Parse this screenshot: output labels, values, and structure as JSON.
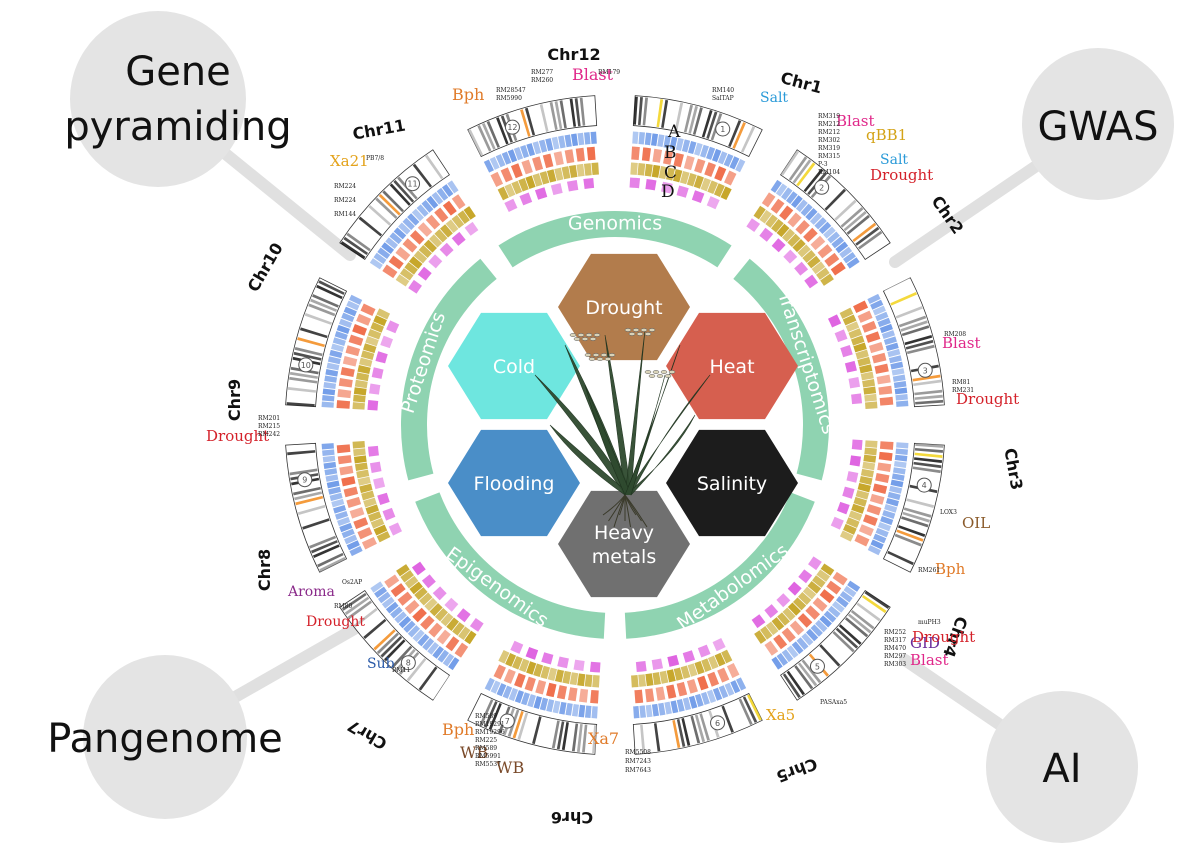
{
  "corners": [
    {
      "id": "gene-pyramiding",
      "lines": [
        "Gene",
        "pyramiding"
      ]
    },
    {
      "id": "gwas",
      "lines": [
        "GWAS"
      ]
    },
    {
      "id": "pangenome",
      "lines": [
        "Pangenome"
      ]
    },
    {
      "id": "ai",
      "lines": [
        "AI"
      ]
    }
  ],
  "omics": [
    {
      "id": "genomics",
      "label": "Genomics"
    },
    {
      "id": "transcriptomics",
      "label": "Transcriptomics"
    },
    {
      "id": "metabolomics",
      "label": "Metabolomics"
    },
    {
      "id": "epigenomics",
      "label": "Epigenomics"
    },
    {
      "id": "proteomics",
      "label": "Proteomics"
    }
  ],
  "stresses": [
    {
      "id": "drought",
      "lines": [
        "Drought"
      ],
      "color": "#b27c4c"
    },
    {
      "id": "heat",
      "lines": [
        "Heat"
      ],
      "color": "#d65f4f"
    },
    {
      "id": "salinity",
      "lines": [
        "Salinity"
      ],
      "color": "#1c1c1c"
    },
    {
      "id": "heavy-metals",
      "lines": [
        "Heavy",
        "metals"
      ],
      "color": "#707070"
    },
    {
      "id": "flooding",
      "lines": [
        "Flooding"
      ],
      "color": "#4a8ec8"
    },
    {
      "id": "cold",
      "lines": [
        "Cold"
      ],
      "color": "#6ee6df"
    }
  ],
  "track_letters": [
    "A",
    "B",
    "C",
    "D"
  ],
  "chromosomes": [
    {
      "id": "chr1",
      "label": "Chr1",
      "num": "1"
    },
    {
      "id": "chr2",
      "label": "Chr2",
      "num": "2"
    },
    {
      "id": "chr3",
      "label": "Chr3",
      "num": "3"
    },
    {
      "id": "chr4",
      "label": "Chr4",
      "num": "4"
    },
    {
      "id": "chr5",
      "label": "Chr5",
      "num": "5"
    },
    {
      "id": "chr6",
      "label": "Chr6",
      "num": "6"
    },
    {
      "id": "chr7",
      "label": "Chr7",
      "num": "7"
    },
    {
      "id": "chr8",
      "label": "Chr8",
      "num": "8"
    },
    {
      "id": "chr9",
      "label": "Chr9",
      "num": "9"
    },
    {
      "id": "chr10",
      "label": "Chr10",
      "num": "10"
    },
    {
      "id": "chr11",
      "label": "Chr11",
      "num": "11"
    },
    {
      "id": "chr12",
      "label": "Chr12",
      "num": "12"
    }
  ],
  "traits": [
    {
      "chr": "chr12",
      "text": "Bph",
      "color": "#e07b2a"
    },
    {
      "chr": "chr12",
      "text": "Blast",
      "color": "#e0288a"
    },
    {
      "chr": "chr1",
      "text": "Salt",
      "color": "#2a9ad8"
    },
    {
      "chr": "chr1",
      "text": "Blast",
      "color": "#e0288a"
    },
    {
      "chr": "chr1",
      "text": "qBB1",
      "color": "#d4a317"
    },
    {
      "chr": "chr1",
      "text": "Salt",
      "color": "#2a9ad8"
    },
    {
      "chr": "chr1",
      "text": "Drought",
      "color": "#d4212a"
    },
    {
      "chr": "chr2",
      "text": "Blast",
      "color": "#e0288a"
    },
    {
      "chr": "chr3",
      "text": "Drought",
      "color": "#d4212a"
    },
    {
      "chr": "chr3",
      "text": "OIL",
      "color": "#8a5a2a"
    },
    {
      "chr": "chr4",
      "text": "Bph",
      "color": "#e07b2a"
    },
    {
      "chr": "chr4",
      "text": "GID",
      "color": "#6a2a9a"
    },
    {
      "chr": "chr4",
      "text": "Drought",
      "color": "#d4212a"
    },
    {
      "chr": "chr4",
      "text": "Blast",
      "color": "#e0288a"
    },
    {
      "chr": "chr5",
      "text": "Xa5",
      "color": "#e3a21a"
    },
    {
      "chr": "chr6",
      "text": "Xa7",
      "color": "#e07b2a"
    },
    {
      "chr": "chr6",
      "text": "Bph",
      "color": "#e07b2a"
    },
    {
      "chr": "chr6",
      "text": "WB",
      "color": "#7a4a2a"
    },
    {
      "chr": "chr6",
      "text": "WB",
      "color": "#7a4a2a"
    },
    {
      "chr": "chr7",
      "text": "Sub",
      "color": "#2a5aa8"
    },
    {
      "chr": "chr8",
      "text": "Aroma",
      "color": "#8a2a8a"
    },
    {
      "chr": "chr8",
      "text": "Drought",
      "color": "#d4212a"
    },
    {
      "chr": "chr9",
      "text": "Drought",
      "color": "#d4212a"
    },
    {
      "chr": "chr11",
      "text": "Xa21",
      "color": "#e3a21a"
    }
  ],
  "markers": [
    {
      "chr": "chr12",
      "text": "RM28547"
    },
    {
      "chr": "chr12",
      "text": "RM5990"
    },
    {
      "chr": "chr12",
      "text": "RM277"
    },
    {
      "chr": "chr12",
      "text": "RM260"
    },
    {
      "chr": "chr12",
      "text": "RM179"
    },
    {
      "chr": "chr1",
      "text": "RM140"
    },
    {
      "chr": "chr1",
      "text": "SalTAP"
    },
    {
      "chr": "chr1",
      "text": "RM319"
    },
    {
      "chr": "chr1",
      "text": "RM212"
    },
    {
      "chr": "chr1",
      "text": "RM212"
    },
    {
      "chr": "chr1",
      "text": "RM302"
    },
    {
      "chr": "chr1",
      "text": "RM319"
    },
    {
      "chr": "chr1",
      "text": "RM315"
    },
    {
      "chr": "chr1",
      "text": "P-3"
    },
    {
      "chr": "chr1",
      "text": "RM104"
    },
    {
      "chr": "chr2",
      "text": "RM208"
    },
    {
      "chr": "chr3",
      "text": "RM81"
    },
    {
      "chr": "chr3",
      "text": "RM231"
    },
    {
      "chr": "chr3",
      "text": "LOX3"
    },
    {
      "chr": "chr4",
      "text": "RM261"
    },
    {
      "chr": "chr4",
      "text": "muPH3"
    },
    {
      "chr": "chr4",
      "text": "RM252"
    },
    {
      "chr": "chr4",
      "text": "RM317"
    },
    {
      "chr": "chr4",
      "text": "RM470"
    },
    {
      "chr": "chr4",
      "text": "RM297"
    },
    {
      "chr": "chr4",
      "text": "RM303"
    },
    {
      "chr": "chr5",
      "text": "PASAxa5"
    },
    {
      "chr": "chr6",
      "text": "RM5508"
    },
    {
      "chr": "chr6",
      "text": "RM7243"
    },
    {
      "chr": "chr6",
      "text": "RM7643"
    },
    {
      "chr": "chr6",
      "text": "RM589"
    },
    {
      "chr": "chr6",
      "text": "RM19291"
    },
    {
      "chr": "chr6",
      "text": "RM19296"
    },
    {
      "chr": "chr6",
      "text": "RM225"
    },
    {
      "chr": "chr6",
      "text": "RM589"
    },
    {
      "chr": "chr6",
      "text": "RM5991"
    },
    {
      "chr": "chr6",
      "text": "RM5537"
    },
    {
      "chr": "chr7",
      "text": "RM11"
    },
    {
      "chr": "chr8",
      "text": "Os2AP"
    },
    {
      "chr": "chr8",
      "text": "RM80"
    },
    {
      "chr": "chr9",
      "text": "RM201"
    },
    {
      "chr": "chr9",
      "text": "RM215"
    },
    {
      "chr": "chr9",
      "text": "RM242"
    },
    {
      "chr": "chr11",
      "text": "PB7/8"
    },
    {
      "chr": "chr11",
      "text": "RM224"
    },
    {
      "chr": "chr11",
      "text": "RM224"
    },
    {
      "chr": "chr11",
      "text": "RM144"
    }
  ],
  "colors": {
    "corner_circle": "#e4e4e4",
    "connector": "#e0e0e0",
    "omics_band": "#8fd3b1",
    "track_a": "#6e9ae8",
    "track_b": "#ef6a45",
    "track_c": "#c4a321",
    "track_d": "#de5ee0",
    "plant": "#2f4a2f"
  }
}
